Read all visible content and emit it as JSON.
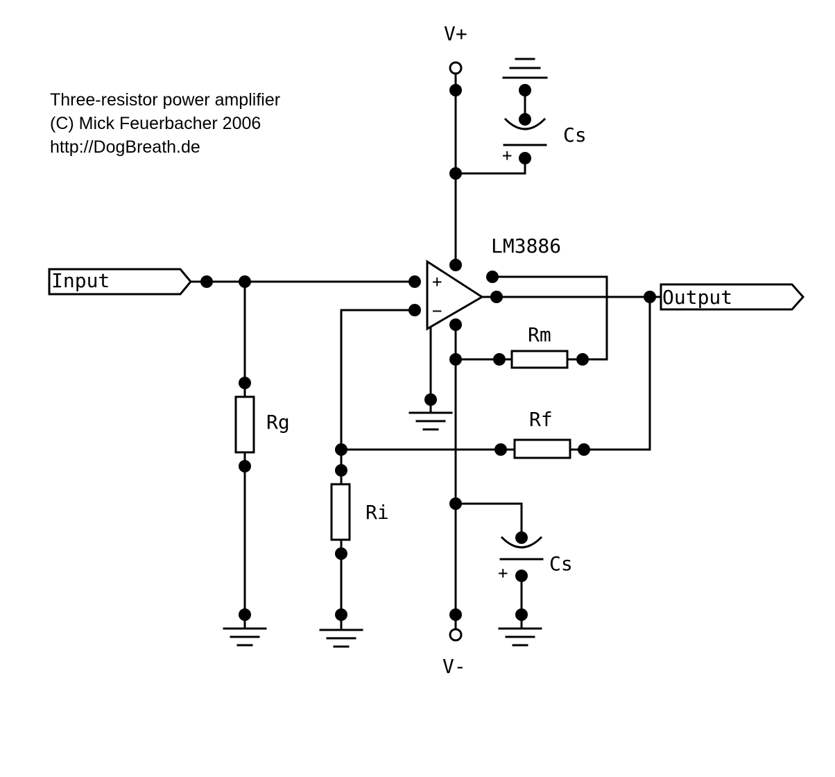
{
  "credits": {
    "line1": "Three-resistor power amplifier",
    "line2": "(C) Mick Feuerbacher 2006",
    "line3": "http://DogBreath.de"
  },
  "supply": {
    "positive": "V+",
    "negative": "V-"
  },
  "ports": {
    "input": "Input",
    "output": "Output"
  },
  "ic": {
    "name": "LM3886",
    "plus": "+",
    "minus": "−"
  },
  "components": {
    "rm": "Rm",
    "rf": "Rf",
    "rg": "Rg",
    "ri": "Ri",
    "cs_top": "Cs",
    "cs_bottom": "Cs",
    "cap_plus": "+",
    "cap_minus": "−"
  }
}
